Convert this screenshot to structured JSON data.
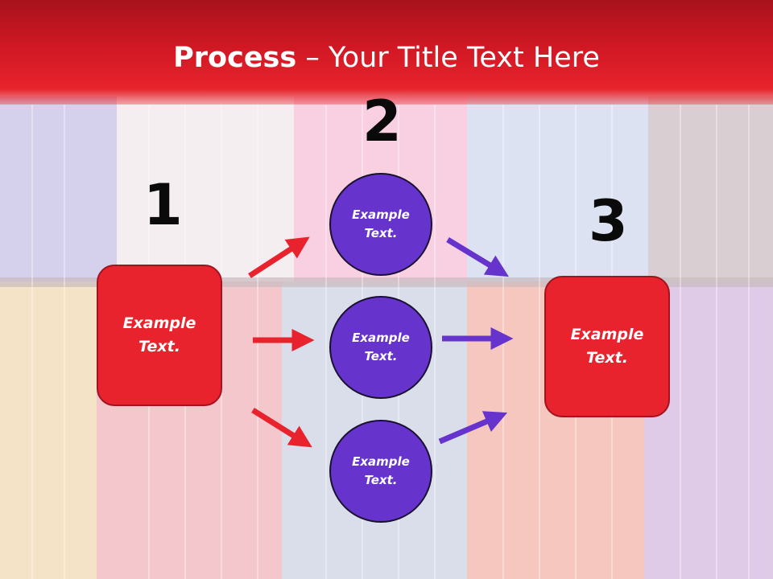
{
  "title": {
    "bold": "Process",
    "rest": " – Your Title Text Here"
  },
  "steps": {
    "one": "1",
    "two": "2",
    "three": "3"
  },
  "left_box": {
    "line1": "Example",
    "line2": "Text."
  },
  "right_box": {
    "line1": "Example",
    "line2": "Text."
  },
  "circles": [
    {
      "line1": "Example",
      "line2": "Text."
    },
    {
      "line1": "Example",
      "line2": "Text."
    },
    {
      "line1": "Example",
      "line2": "Text."
    }
  ],
  "colors": {
    "red": "#e8232e",
    "purple": "#6633cc",
    "title_bar": "#d01824"
  }
}
